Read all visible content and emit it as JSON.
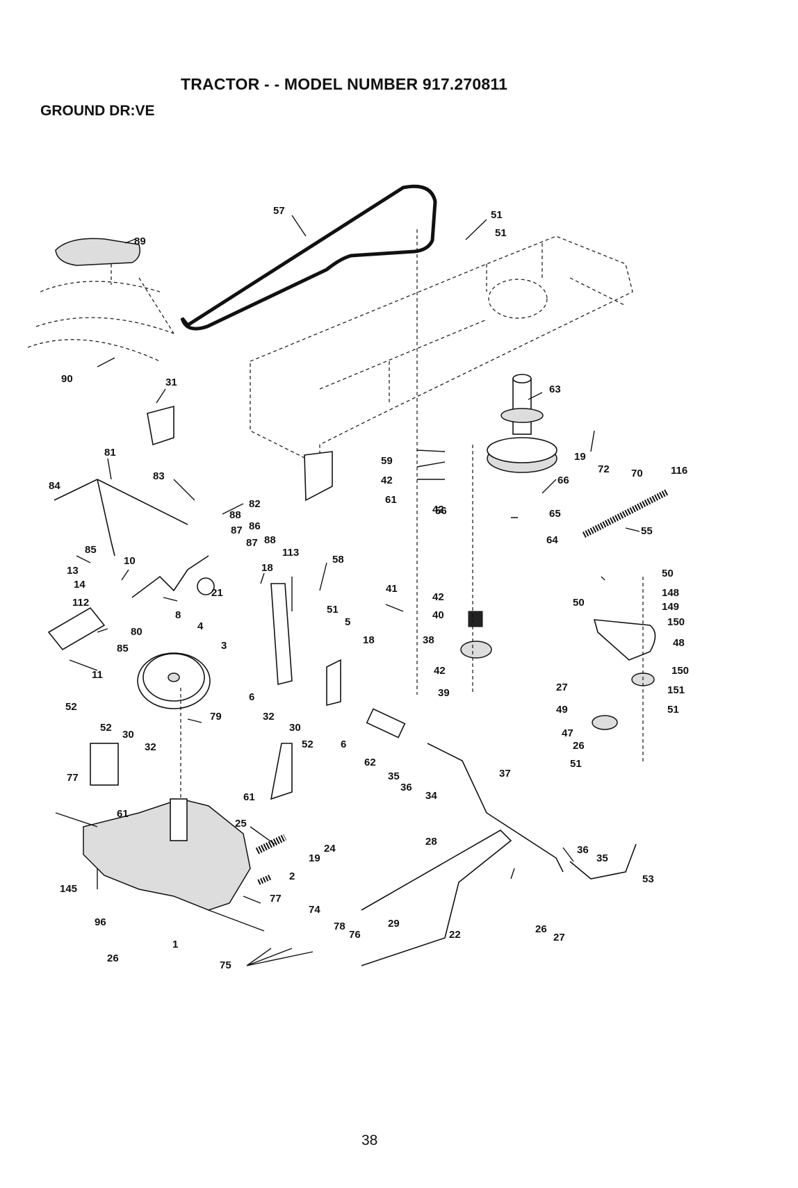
{
  "header": {
    "title": "TRACTOR - - MODEL NUMBER 917.270811",
    "section": "GROUND DR:VE"
  },
  "footer": {
    "page_number": "38"
  },
  "callouts": [
    "57",
    "51",
    "51",
    "89",
    "90",
    "31",
    "63",
    "19",
    "72",
    "70",
    "116",
    "81",
    "83",
    "84",
    "82",
    "88",
    "87",
    "86",
    "87",
    "88",
    "59",
    "42",
    "61",
    "66",
    "42",
    "56",
    "65",
    "64",
    "55",
    "85",
    "10",
    "13",
    "14",
    "112",
    "8",
    "21",
    "18",
    "113",
    "58",
    "41",
    "42",
    "40",
    "38",
    "42",
    "39",
    "50",
    "50",
    "148",
    "149",
    "150",
    "48",
    "27",
    "150",
    "151",
    "49",
    "51",
    "47",
    "26",
    "51",
    "4",
    "3",
    "80",
    "85",
    "11",
    "6",
    "51",
    "5",
    "18",
    "79",
    "52",
    "52",
    "30",
    "32",
    "32",
    "30",
    "52",
    "6",
    "62",
    "35",
    "36",
    "34",
    "37",
    "77",
    "61",
    "61",
    "25",
    "24",
    "19",
    "2",
    "145",
    "77",
    "74",
    "78",
    "76",
    "29",
    "28",
    "22",
    "96",
    "26",
    "1",
    "75",
    "36",
    "35",
    "53",
    "26",
    "27"
  ]
}
